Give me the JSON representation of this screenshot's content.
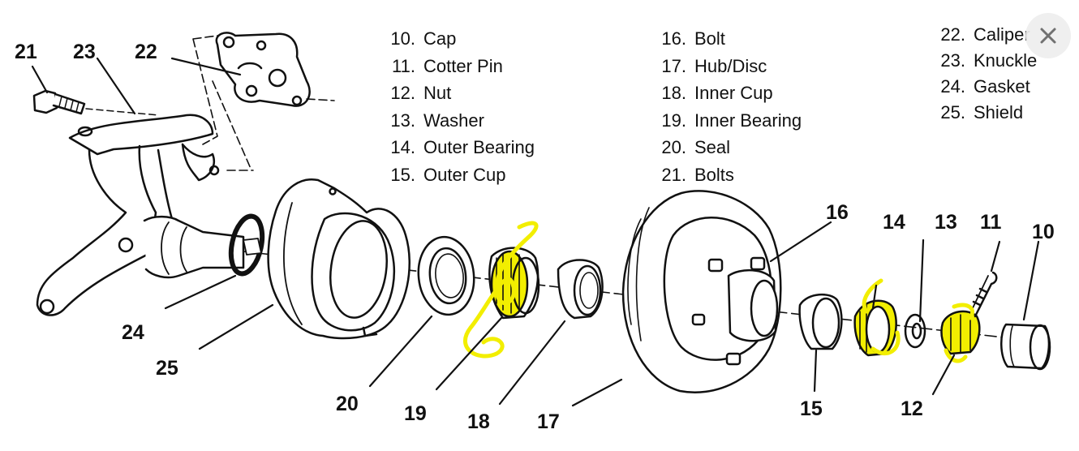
{
  "legend": {
    "column_1": [
      {
        "num": "10.",
        "label": "Cap"
      },
      {
        "num": "11.",
        "label": "Cotter Pin"
      },
      {
        "num": "12.",
        "label": "Nut"
      },
      {
        "num": "13.",
        "label": "Washer"
      },
      {
        "num": "14.",
        "label": "Outer Bearing"
      },
      {
        "num": "15.",
        "label": "Outer Cup"
      }
    ],
    "column_2": [
      {
        "num": "16.",
        "label": "Bolt"
      },
      {
        "num": "17.",
        "label": "Hub/Disc"
      },
      {
        "num": "18.",
        "label": "Inner Cup"
      },
      {
        "num": "19.",
        "label": "Inner Bearing"
      },
      {
        "num": "20.",
        "label": "Seal"
      },
      {
        "num": "21.",
        "label": "Bolts"
      }
    ],
    "column_3": [
      {
        "num": "22.",
        "label": "Caliper"
      },
      {
        "num": "23.",
        "label": "Knuckle"
      },
      {
        "num": "24.",
        "label": "Gasket"
      },
      {
        "num": "25.",
        "label": "Shield"
      }
    ]
  },
  "callouts": {
    "c21": "21",
    "c23": "23",
    "c22": "22",
    "c24": "24",
    "c25": "25",
    "c20": "20",
    "c19": "19",
    "c18": "18",
    "c17": "17",
    "c16": "16",
    "c15": "15",
    "c14": "14",
    "c13": "13",
    "c12": "12",
    "c11": "11",
    "c10": "10"
  },
  "icons": {
    "close": "close-icon"
  },
  "colors": {
    "ink": "#111111",
    "highlight": "#f2ee00"
  }
}
